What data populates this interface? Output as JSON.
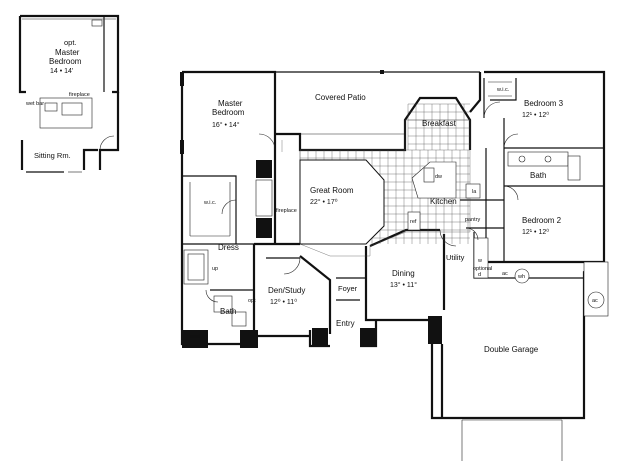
{
  "inset": {
    "room_opt": "opt.",
    "room_name_1": "Master",
    "room_name_2": "Bedroom",
    "room_dim": "14 • 14'",
    "fireplace": "fireplace",
    "wet_bar": "wet bar",
    "sitting": "Sitting Rm."
  },
  "rooms": {
    "master": {
      "name1": "Master",
      "name2": "Bedroom",
      "dim": "16° • 14°"
    },
    "patio": {
      "name": "Covered Patio"
    },
    "breakfast": {
      "name": "Breakfast"
    },
    "bedroom3": {
      "name": "Bedroom 3",
      "dim": "12¹ • 12⁰"
    },
    "bath_upper": {
      "name": "Bath"
    },
    "wic_upper": {
      "name": "w.i.c."
    },
    "greatroom": {
      "name": "Great Room",
      "dim": "22° • 17⁰"
    },
    "fireplace": {
      "name": "fireplace"
    },
    "kitchen": {
      "name": "Kitchen"
    },
    "dw": {
      "name": "dw"
    },
    "pantry": {
      "name": "pantry"
    },
    "ref": {
      "name": "ref"
    },
    "bedroom2": {
      "name": "Bedroom 2",
      "dim": "12¹ • 12⁰"
    },
    "wic_master": {
      "name": "w.i.c."
    },
    "dress": {
      "name": "Dress"
    },
    "den": {
      "name": "Den/Study",
      "dim": "12⁰ • 11⁰"
    },
    "foyer": {
      "name": "Foyer"
    },
    "dining": {
      "name": "Dining",
      "dim": "13° • 11°"
    },
    "utility": {
      "name": "Utility"
    },
    "w": {
      "name": "w"
    },
    "d": {
      "name": "d"
    },
    "optional": {
      "name": "optional"
    },
    "bath_master": {
      "name": "Bath"
    },
    "opt": {
      "name": "opt"
    },
    "seat": {
      "name": "seat"
    },
    "up": {
      "name": "up"
    },
    "entry": {
      "name": "Entry"
    },
    "garage": {
      "name": "Double Garage"
    },
    "ac1": {
      "name": "ac"
    },
    "ac2": {
      "name": "ac"
    },
    "wh": {
      "name": "wh"
    },
    "la": {
      "name": "la"
    }
  }
}
